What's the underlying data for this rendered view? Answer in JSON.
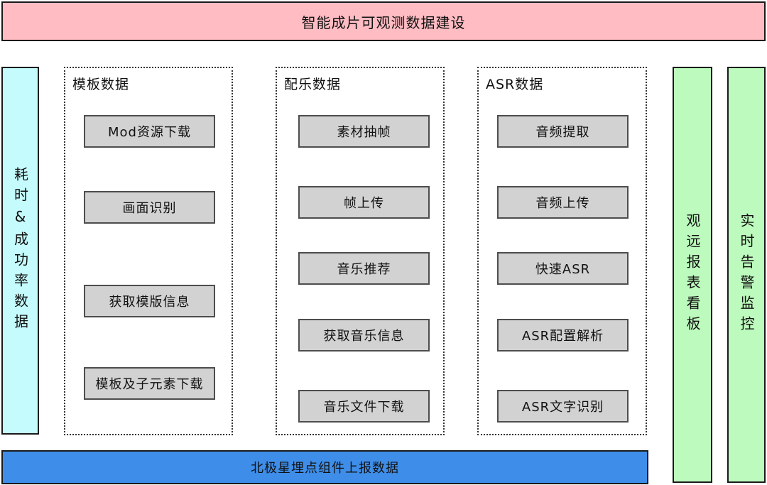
{
  "banner_top": {
    "label": "智能成片可观测数据建设",
    "fill": "#ffbcc3"
  },
  "left_bar": {
    "label": "耗时&成功率数据",
    "fill": "#c5fbfc"
  },
  "columns": [
    {
      "title": "模板数据",
      "boxes": [
        "Mod资源下载",
        "画面识别",
        "获取模版信息",
        "模板及子元素下载"
      ]
    },
    {
      "title": "配乐数据",
      "boxes": [
        "素材抽帧",
        "帧上传",
        "音乐推荐",
        "获取音乐信息",
        "音乐文件下载"
      ]
    },
    {
      "title": "ASR数据",
      "boxes": [
        "音频提取",
        "音频上传",
        "快速ASR",
        "ASR配置解析",
        "ASR文字识别"
      ]
    }
  ],
  "right_bars": [
    {
      "label": "观远报表看板",
      "fill": "#bdfabd"
    },
    {
      "label": "实时告警监控",
      "fill": "#bdfabd"
    }
  ],
  "banner_bottom": {
    "label": "北极星埋点组件上报数据",
    "fill": "#3e8ee9"
  },
  "colors": {
    "node_fill": "#d2d2d2",
    "node_border": "#4d4d4d",
    "outline": "#1a1a1a",
    "dotted_border": "#333333"
  }
}
